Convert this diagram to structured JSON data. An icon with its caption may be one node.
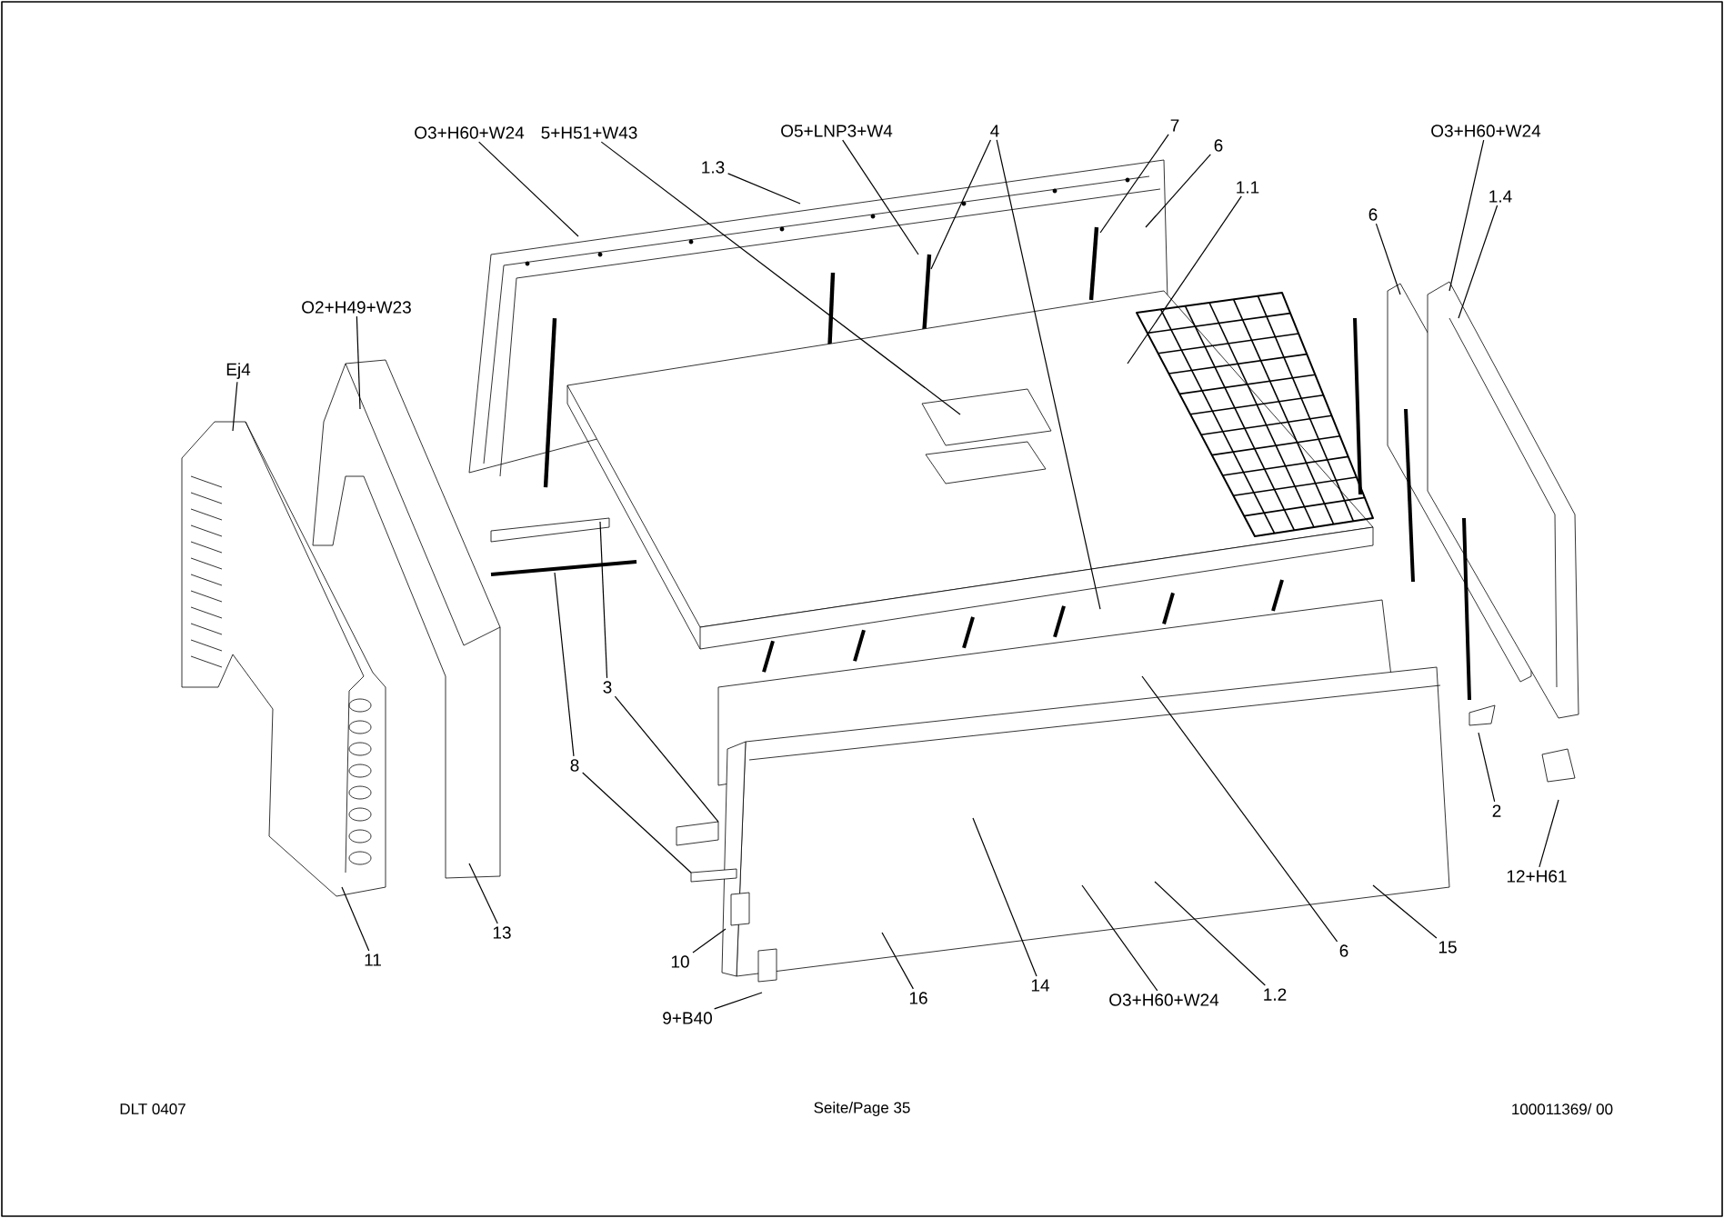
{
  "diagram": {
    "nodes": [
      {
        "text": [
          "O3+H60+W24"
        ]
      },
      {
        "text": [
          "5+H51+W43"
        ]
      },
      {
        "text": [
          "1.3"
        ]
      },
      {
        "text": [
          "O5+LNP3+W4"
        ]
      },
      {
        "text": [
          "4"
        ]
      },
      {
        "text": [
          "7"
        ]
      },
      {
        "text": [
          "6"
        ]
      },
      {
        "text": [
          "1.1"
        ]
      },
      {
        "text": [
          "O3+H60+W24"
        ]
      },
      {
        "text": [
          "1.4"
        ]
      },
      {
        "text": [
          "6"
        ]
      },
      {
        "text": [
          "O2+H49+W23"
        ]
      },
      {
        "text": [
          "Ej4"
        ]
      },
      {
        "text": [
          "3"
        ]
      },
      {
        "text": [
          "8"
        ]
      },
      {
        "text": [
          "2"
        ]
      },
      {
        "text": [
          "12+H61"
        ]
      },
      {
        "text": [
          "11"
        ]
      },
      {
        "text": [
          "13"
        ]
      },
      {
        "text": [
          "10"
        ]
      },
      {
        "text": [
          "9+B40"
        ]
      },
      {
        "text": [
          "16"
        ]
      },
      {
        "text": [
          "14"
        ]
      },
      {
        "text": [
          "O3+H60+W24"
        ]
      },
      {
        "text": [
          "1.2"
        ]
      },
      {
        "text": [
          "6"
        ]
      },
      {
        "text": [
          "15"
        ]
      }
    ],
    "edges": [
      {
        "from": 0,
        "to": null,
        "arrow": "none"
      },
      {
        "from": 1,
        "to": null,
        "arrow": "none"
      },
      {
        "from": 2,
        "to": null,
        "arrow": "none"
      },
      {
        "from": 3,
        "to": null,
        "arrow": "none"
      },
      {
        "from": 4,
        "to": null,
        "arrow": "none"
      },
      {
        "from": 4,
        "to": null,
        "arrow": "none"
      },
      {
        "from": 5,
        "to": null,
        "arrow": "none"
      },
      {
        "from": 6,
        "to": null,
        "arrow": "none"
      },
      {
        "from": 7,
        "to": null,
        "arrow": "none"
      },
      {
        "from": 8,
        "to": null,
        "arrow": "none"
      },
      {
        "from": 9,
        "to": null,
        "arrow": "none"
      },
      {
        "from": 10,
        "to": null,
        "arrow": "none"
      },
      {
        "from": 11,
        "to": null,
        "arrow": "none"
      },
      {
        "from": 12,
        "to": null,
        "arrow": "none"
      },
      {
        "from": 13,
        "to": null,
        "arrow": "none"
      },
      {
        "from": 13,
        "to": null,
        "arrow": "none"
      },
      {
        "from": 14,
        "to": null,
        "arrow": "none"
      },
      {
        "from": 14,
        "to": null,
        "arrow": "none"
      },
      {
        "from": 15,
        "to": null,
        "arrow": "none"
      },
      {
        "from": 16,
        "to": null,
        "arrow": "none"
      },
      {
        "from": 17,
        "to": null,
        "arrow": "none"
      },
      {
        "from": 18,
        "to": null,
        "arrow": "none"
      },
      {
        "from": 19,
        "to": null,
        "arrow": "none"
      },
      {
        "from": 20,
        "to": null,
        "arrow": "none"
      },
      {
        "from": 21,
        "to": null,
        "arrow": "none"
      },
      {
        "from": 22,
        "to": null,
        "arrow": "none"
      },
      {
        "from": 23,
        "to": null,
        "arrow": "none"
      },
      {
        "from": 24,
        "to": null,
        "arrow": "none"
      },
      {
        "from": 25,
        "to": null,
        "arrow": "none"
      },
      {
        "from": 26,
        "to": null,
        "arrow": "none"
      }
    ],
    "labels": [
      "DLT 0407",
      "Seite/Page 35",
      "100011369/ 00"
    ]
  }
}
